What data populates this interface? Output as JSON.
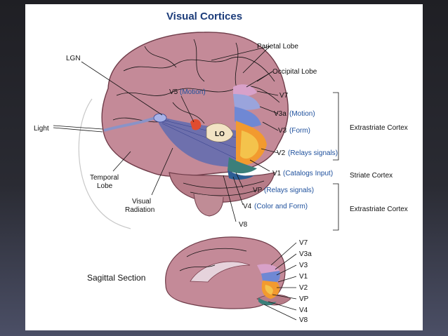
{
  "title": "Visual Cortices",
  "labels": {
    "lgn": "LGN",
    "light": "Light",
    "temporal_lobe_1": "Temporal",
    "temporal_lobe_2": "Lobe",
    "visual_radiation_1": "Visual",
    "visual_radiation_2": "Radiation",
    "v5": "V5",
    "v5_desc": "(Motion)",
    "lo": "LO",
    "parietal": "Parietal Lobe",
    "occipital": "Occipital Lobe",
    "v7": "V7",
    "v3a": "V3a",
    "v3a_desc": "(Motion)",
    "v3": "V3",
    "v3_desc": "(Form)",
    "v2": "V2",
    "v2_desc": "(Relays signals)",
    "v1": "V1",
    "v1_desc": "(Catalogs Input)",
    "vp": "VP",
    "vp_desc": "(Relays signals)",
    "v4": "V4",
    "v4_desc": "(Color and Form)",
    "v8": "V8"
  },
  "groups": {
    "extrastriate_top": "Extrastriate Cortex",
    "striate": "Striate Cortex",
    "extrastriate_bottom": "Extrastriate Cortex"
  },
  "sagittal": {
    "title": "Sagittal Section",
    "labels": [
      "V7",
      "V3a",
      "V3",
      "V1",
      "V2",
      "VP",
      "V4",
      "V8"
    ]
  }
}
